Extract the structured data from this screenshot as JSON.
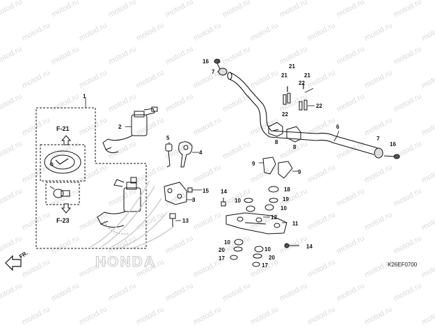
{
  "watermark": "motod.ru",
  "diagram": {
    "code": "K26EF0700",
    "brand": "HONDA",
    "front_label": "FR.",
    "refs": {
      "upper": "F-21",
      "lower": "F-23"
    },
    "callouts": {
      "c1": "1",
      "c2": "2",
      "c3": "3",
      "c4": "4",
      "c5": "5",
      "c6": "6",
      "c7a": "7",
      "c7b": "7",
      "c8a": "8",
      "c8b": "8",
      "c9a": "9",
      "c9b": "9",
      "c10a": "10",
      "c10b": "10",
      "c10c": "10",
      "c10d": "10",
      "c11": "11",
      "c12": "12",
      "c13": "13",
      "c14a": "14",
      "c14b": "14",
      "c15": "15",
      "c16a": "16",
      "c16b": "16",
      "c17a": "17",
      "c17b": "17",
      "c18": "18",
      "c19": "19",
      "c20a": "20",
      "c20b": "20",
      "c21a": "21",
      "c21b": "21",
      "c21c": "21",
      "c22a": "22",
      "c22b": "22",
      "c22c": "22"
    }
  }
}
